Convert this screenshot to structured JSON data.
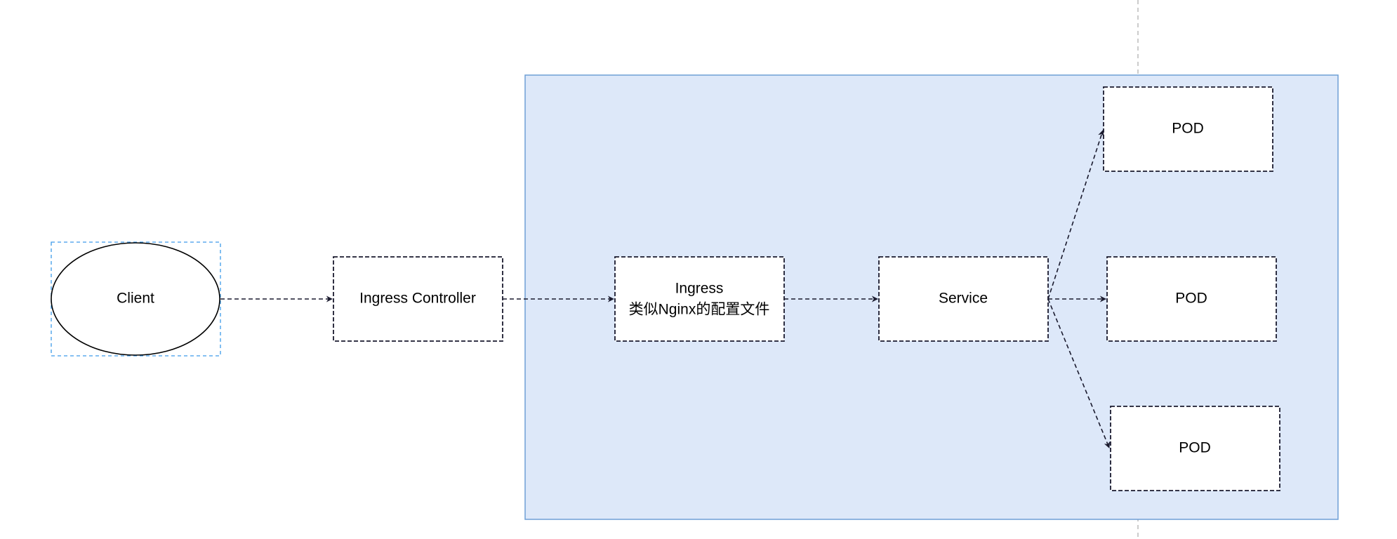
{
  "nodes": {
    "client": {
      "label": "Client"
    },
    "ingress_controller": {
      "label": "Ingress Controller"
    },
    "ingress": {
      "label_line1": "Ingress",
      "label_line2": "类似Nginx的配置文件"
    },
    "service": {
      "label": "Service"
    },
    "pod_top": {
      "label": "POD"
    },
    "pod_middle": {
      "label": "POD"
    },
    "pod_bottom": {
      "label": "POD"
    }
  },
  "colors": {
    "cluster_fill": "#dde8f9",
    "cluster_border": "#6e9fd6",
    "node_fill": "#ffffff",
    "node_border": "#1a1a2e",
    "selection_dash": "#3d9be9",
    "edge": "#1a1a2e",
    "guide_line": "#bbbbbb"
  }
}
